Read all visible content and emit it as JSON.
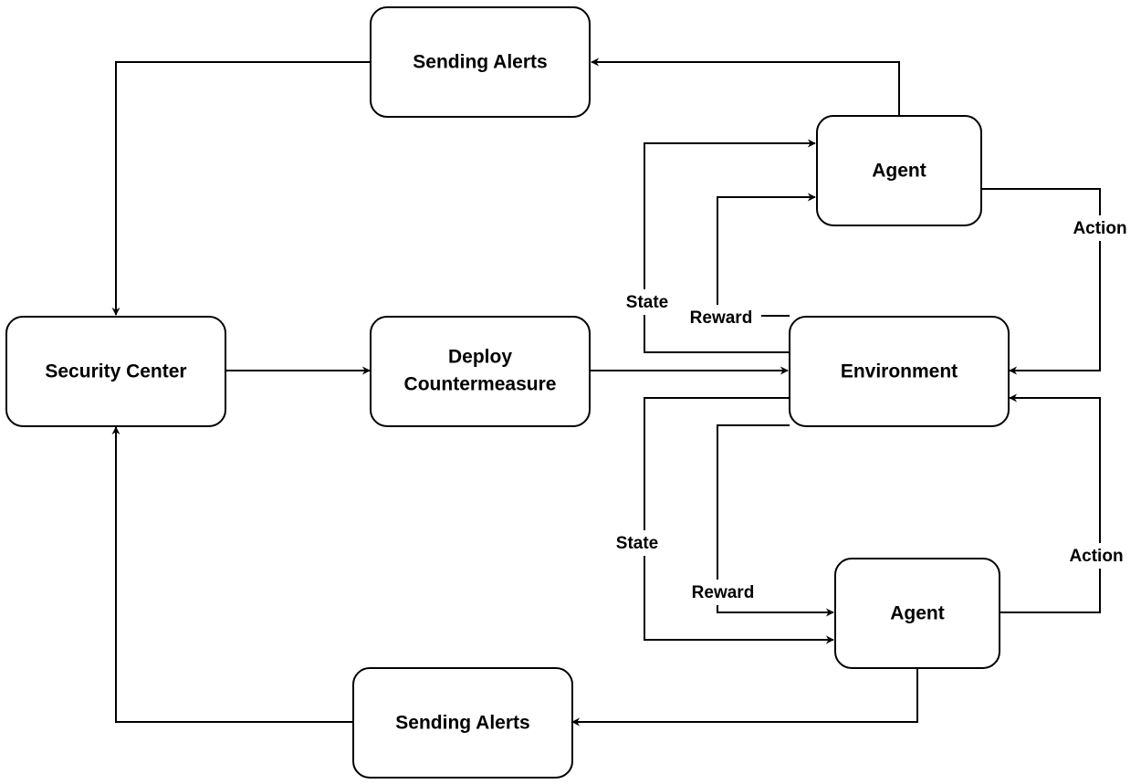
{
  "nodes": {
    "alerts_top": {
      "lines": [
        "Sending Alerts"
      ]
    },
    "agent_top": {
      "lines": [
        "Agent"
      ]
    },
    "security_center": {
      "lines": [
        "Security Center"
      ]
    },
    "deploy": {
      "lines": [
        "Deploy",
        "Countermeasure"
      ]
    },
    "environment": {
      "lines": [
        "Environment"
      ]
    },
    "agent_bottom": {
      "lines": [
        "Agent"
      ]
    },
    "alerts_bottom": {
      "lines": [
        "Sending Alerts"
      ]
    }
  },
  "edge_labels": {
    "action_top": "Action",
    "state_top": "State",
    "reward_top": "Reward",
    "state_bottom": "State",
    "reward_bottom": "Reward",
    "action_bottom": "Action"
  }
}
